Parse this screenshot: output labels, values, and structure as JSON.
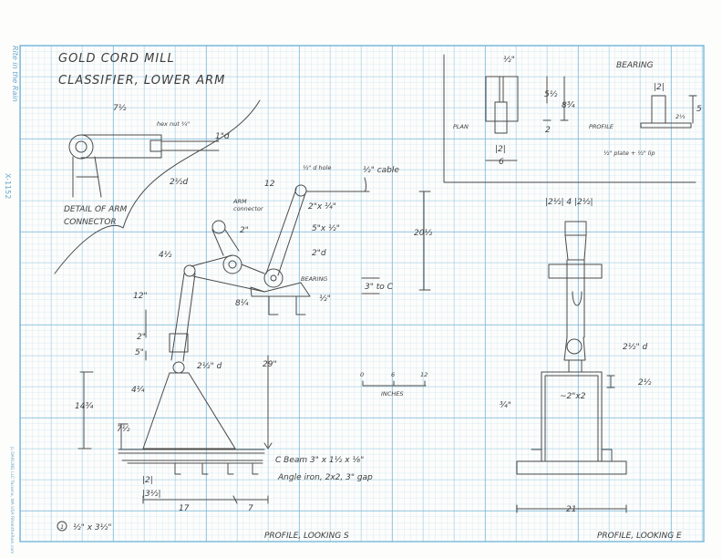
{
  "sheet": {
    "form_number": "X-1152",
    "brand_logo": "Rite in the Rain",
    "maker_imprint": "JL DARLING LLC  Tacoma, WA USA  RiteintheRain.com"
  },
  "title": {
    "line1": "GOLD CORD MILL",
    "line2": "CLASSIFIER, LOWER ARM"
  },
  "arm_connector_detail": {
    "length": "7½",
    "nut": "hex nut ¾\"",
    "rod_dia": "1\"d",
    "label_line1": "DETAIL OF ARM",
    "label_line2": "CONNECTOR",
    "callout_dia": "2½d"
  },
  "profile_s": {
    "dims": {
      "top_width": "12",
      "hole": "½\" d hole",
      "cable": "½\" cable",
      "arm_connector_1": "ARM",
      "arm_connector_2": "connector",
      "connector_w": "2\"",
      "bar1": "2\"x ¼\"",
      "bar2": "5\"x ½\"",
      "shaft": "2\"d",
      "bearing": "BEARING",
      "plate": "½\"",
      "link": "8¼",
      "offset": "4½",
      "arm_len": "12\"",
      "clamp": "2\"",
      "lower": "5\"",
      "pin": "2½\" d",
      "height_29": "29\"",
      "height_20": "20½",
      "to_c": "3\" to C",
      "height_14": "14¾",
      "height_7": "7½",
      "angle": "4¼",
      "c_beam": "C Beam  3\" x 1½ x ⅛\"",
      "angle_iron": "Angle iron, 2x2, 3\" gap",
      "base_2": "|2|",
      "base_3": "|3½|",
      "span_17": "17",
      "span_7": "7",
      "note_num": "1",
      "note": "½\" x 3½\""
    },
    "caption": "PROFILE, LOOKING S"
  },
  "scale_bar": {
    "ticks": [
      "0",
      "6",
      "12"
    ],
    "unit": "INCHES"
  },
  "bearing_detail": {
    "title": "BEARING",
    "plan_label": "PLAN",
    "profile_label": "PROFILE",
    "slot": "½\"",
    "d1": "5½",
    "d2": "8¾",
    "d3": "2",
    "w_inner": "|2|",
    "w_outer": "6",
    "p_w": "|2|",
    "p_h": "5",
    "p_h2": "2⅓",
    "plate_note": "½\" plate + ½\" lip"
  },
  "profile_e": {
    "top_dims": "|2½| 4 |2½|",
    "pin": "2½\" d",
    "flange": "2½",
    "wall": "¾\"",
    "tube": "~2\"x2",
    "width": "21",
    "caption": "PROFILE, LOOKING E"
  }
}
